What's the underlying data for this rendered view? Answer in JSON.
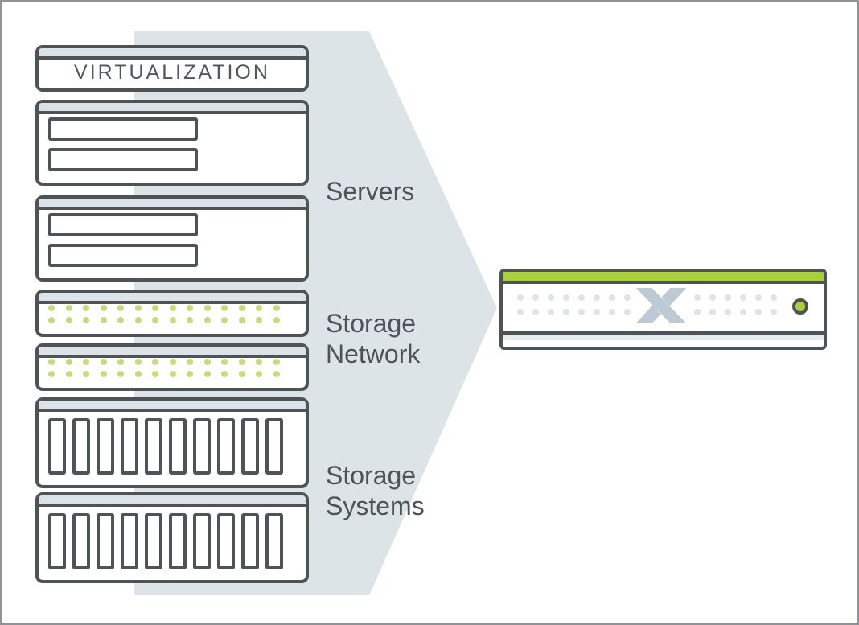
{
  "diagram": {
    "virtualization_unit": {
      "label": "VIRTUALIZATION"
    },
    "side_labels": {
      "servers": "Servers",
      "storage_network": "Storage Network",
      "storage_systems": "Storage Systems"
    },
    "rack": {
      "server_units": 2,
      "server_unit_inner_slots": 2,
      "network_units": 2,
      "network_dot_columns": 14,
      "network_dot_rows": 2,
      "disk_units": 2,
      "disk_slots": 10
    },
    "appliance": {
      "logo_icon": "x-logo",
      "left_dot_columns": 8,
      "right_dot_columns": 6,
      "dot_rows": 2,
      "power_led_icon": "power-led"
    },
    "colors": {
      "outline": "#4f5356",
      "panel_strip": "#dce3e8",
      "arrow_fill": "#dde4e8",
      "accent_green": "#a9cf3d",
      "network_dot_green": "#c7da7d",
      "appliance_dot_gray": "#dde4ea",
      "logo_gray": "#bdc9d4",
      "label_text": "#4e5358",
      "canvas_border": "#8f9296"
    }
  }
}
